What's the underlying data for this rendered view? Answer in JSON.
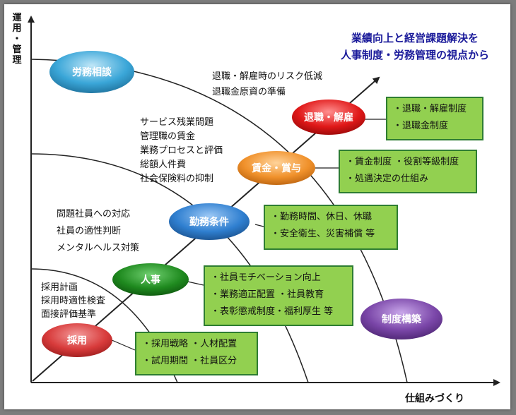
{
  "axis": {
    "y_label": [
      "運",
      "用",
      "・",
      "管",
      "理"
    ],
    "x_label": "仕組みづくり"
  },
  "headline": [
    "業績向上と経営課題解決を",
    "人事制度・労務管理の視点から"
  ],
  "stages": [
    {
      "label": "採用",
      "color": "#d83b3b"
    },
    {
      "label": "人事",
      "color": "#1f8a1f"
    },
    {
      "label": "勤務条件",
      "color": "#2f7fd0"
    },
    {
      "label": "賃金・賞与",
      "color": "#f0912b"
    },
    {
      "label": "退職・解雇",
      "color": "#e01818"
    },
    {
      "label": "労務相談",
      "color": "#3aa6d8"
    },
    {
      "label": "制度構築",
      "color": "#7a46a8"
    }
  ],
  "notes": {
    "taishoku": [
      "退職・解雇時のリスク低減",
      "退職金原資の準備"
    ],
    "chingin": [
      "サービス残業問題",
      "管理職の賃金",
      "業務プロセスと評価",
      "総額人件費",
      "社会保険料の抑制"
    ],
    "kinmu": [
      "問題社員への対応",
      "社員の適性判断",
      "メンタルヘルス対策"
    ],
    "saiyo": [
      "採用計画",
      "採用時適性検査",
      "面接評価基準"
    ]
  },
  "boxes": {
    "taishoku": [
      "・退職・解雇制度",
      "・退職金制度"
    ],
    "chingin": [
      "・賃金制度 ・役割等級制度",
      "・処遇決定の仕組み"
    ],
    "kinmu": [
      "・勤務時間、休日、休職",
      "・安全衛生、災害補償 等"
    ],
    "jinji": [
      "・社員モチベーション向上",
      "・業務適正配置 ・社員教育",
      "・表彰懲戒制度・福利厚生 等"
    ],
    "saiyo": [
      "・採用戦略 ・人材配置",
      "・試用期間 ・社員区分"
    ]
  }
}
